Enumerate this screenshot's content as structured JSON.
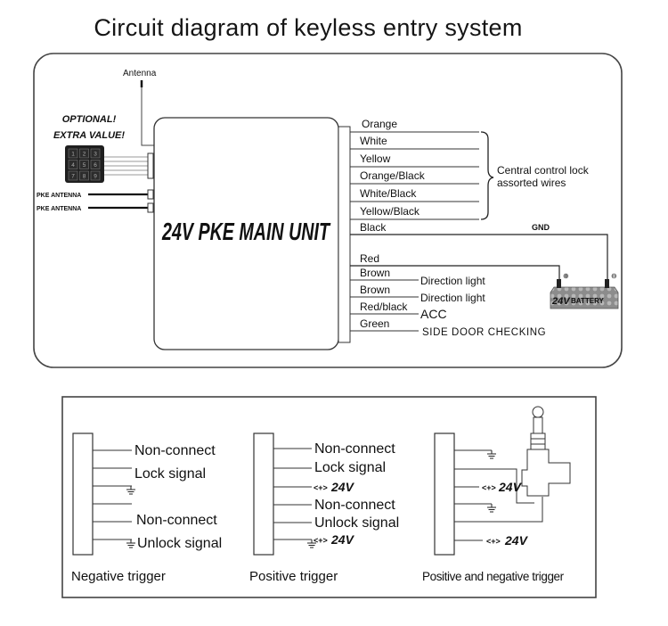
{
  "title": "Circuit diagram of keyless entry system",
  "top_panel": {
    "antenna_label": "Antenna",
    "optional_line1": "OPTIONAL!",
    "optional_line2": "EXTRA VALUE!",
    "keypad_keys": [
      "1",
      "2",
      "3",
      "4",
      "5",
      "6",
      "7",
      "8",
      "9"
    ],
    "pke_antenna_labels": [
      "PKE ANTENNA",
      "PKE ANTENNA"
    ],
    "main_unit_label": "24V PKE MAIN UNIT",
    "wires_group1": [
      "Orange",
      "White",
      "Yellow",
      "Orange/Black",
      "White/Black",
      "Yellow/Black"
    ],
    "group1_annotation_line1": "Central control lock",
    "group1_annotation_line2": "assorted wires",
    "black_wire": "Black",
    "gnd_label": "GND",
    "wires_group2": [
      "Red",
      "Brown",
      "Brown",
      "Red/black",
      "Green"
    ],
    "wire_functions": [
      "",
      "Direction light",
      "Direction light",
      "ACC",
      "SIDE DOOR CHECKING"
    ],
    "battery_label_24v": "24V",
    "battery_label": "BATTERY",
    "battery_plus": "⊕",
    "battery_minus": "⊖"
  },
  "bottom_panel": {
    "negative": {
      "caption": "Negative trigger",
      "labels": [
        "Non-connect",
        "Lock signal",
        "",
        "",
        "Non-connect",
        "Unlock signal"
      ]
    },
    "positive": {
      "caption": "Positive  trigger",
      "labels": [
        "Non-connect",
        "Lock signal",
        "24V",
        "Non-connect",
        "Unlock signal",
        "24V"
      ],
      "plus_symbol": "<+>"
    },
    "both": {
      "caption": "Positive and negative trigger",
      "labels": [
        "24V",
        "24V"
      ],
      "plus_symbol": "<+>"
    }
  }
}
